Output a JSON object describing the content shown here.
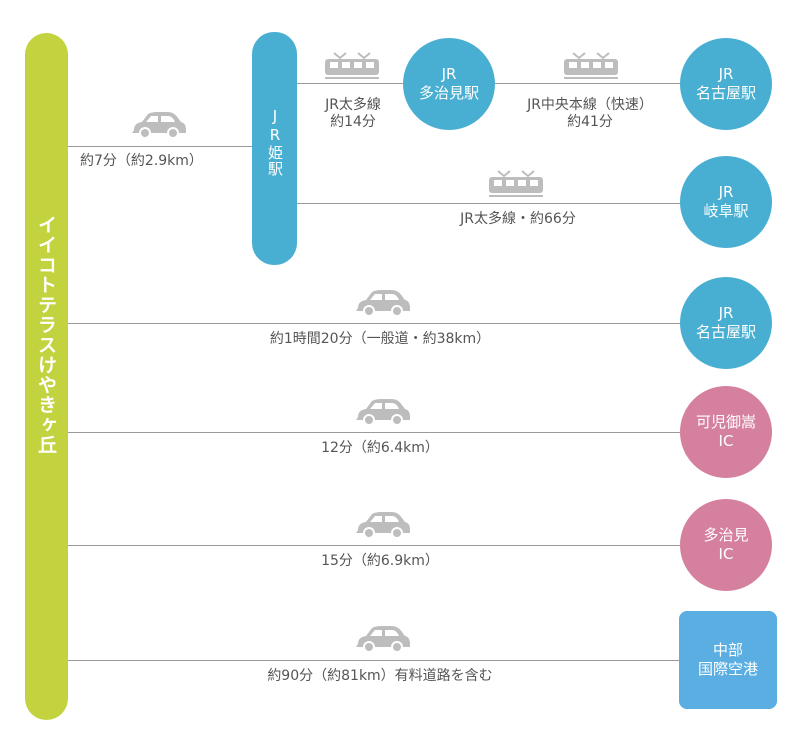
{
  "colors": {
    "green": "#c3d340",
    "blue": "#49afd2",
    "pink": "#d6809f",
    "skyblue": "#5aaee1",
    "icon_gray": "#bdbdbd",
    "line": "#9a9a9a"
  },
  "origin": {
    "label": "イイコトテラスけやきヶ丘"
  },
  "hime": {
    "label": "JR姫駅"
  },
  "nodes": {
    "tajimi_station": "JR\n多治見駅",
    "nagoya_station_1": "JR\n名古屋駅",
    "gifu_station": "JR\n岐阜駅",
    "nagoya_station_2": "JR\n名古屋駅",
    "kani_ic": "可児御嵩\nIC",
    "tajimi_ic": "多治見\nIC",
    "centrair": "中部\n国際空港"
  },
  "routes": {
    "car_to_hime": "約7分（約2.9km）",
    "taita_to_tajimi": "JR太多線\n約14分",
    "chuo_to_nagoya": "JR中央本線（快速）\n約41分",
    "taita_to_gifu": "JR太多線・約66分",
    "car_to_nagoya": "約1時間20分（一般道・約38km）",
    "car_to_kani_ic": "12分（約6.4km）",
    "car_to_tajimi_ic": "15分（約6.9km）",
    "car_to_centrair": "約90分（約81km）有料道路を含む"
  },
  "icons": {
    "car": "car-icon",
    "train": "train-icon"
  }
}
